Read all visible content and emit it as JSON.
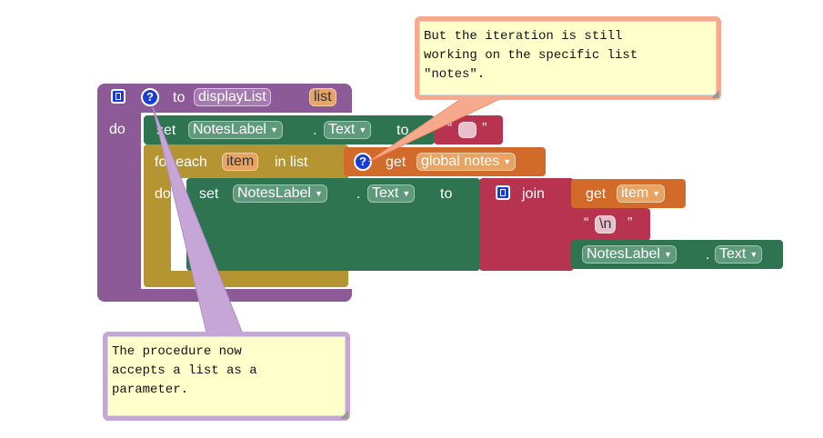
{
  "procedure": {
    "keyword_to": "to",
    "name": "displayList",
    "param": "list",
    "keyword_do": "do"
  },
  "set_block": {
    "keyword_set": "set",
    "component": "NotesLabel",
    "property": "Text",
    "keyword_to": "to",
    "text_value": ""
  },
  "foreach_block": {
    "keyword_for_each": "for each",
    "var_name": "item",
    "keyword_in_list": "in list",
    "keyword_do": "do"
  },
  "get_global": {
    "keyword_get": "get",
    "var_name": "global notes"
  },
  "inner_set": {
    "keyword_set": "set",
    "component": "NotesLabel",
    "property": "Text",
    "keyword_to": "to"
  },
  "join_block": {
    "keyword_join": "join",
    "get_keyword": "get",
    "get_var": "item",
    "newline_text": "\\n",
    "component": "NotesLabel",
    "property": "Text"
  },
  "comments": {
    "top": "But the iteration is still\nworking on the specific list\n\"notes\".",
    "bottom": "The procedure now\naccepts a list as a\nparameter."
  },
  "colors": {
    "procedure": "#8c5a96",
    "set": "#2e7450",
    "foreach": "#b59432",
    "variable": "#d26a2a",
    "text": "#b8334f",
    "join": "#b8334f",
    "comment_border": "#c6a6d6",
    "top_comment_border": "#f6a98c"
  }
}
